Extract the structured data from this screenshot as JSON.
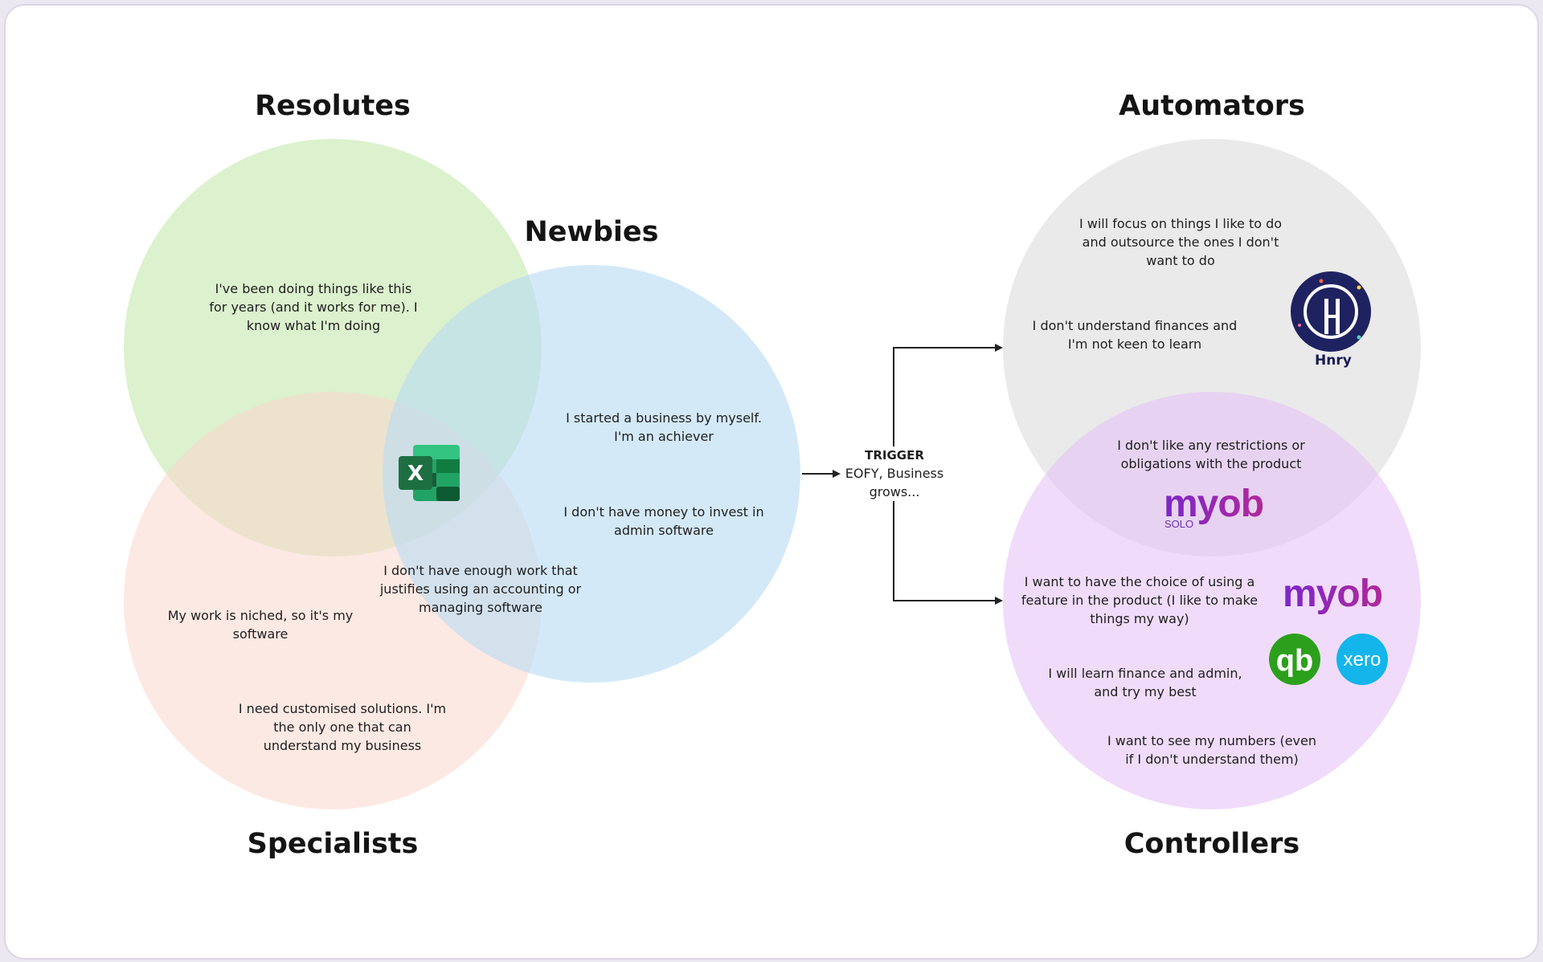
{
  "groups": {
    "resolutes": "Resolutes",
    "newbies": "Newbies",
    "specialists": "Specialists",
    "automators": "Automators",
    "controllers": "Controllers"
  },
  "notes": {
    "resolutes": [
      "I've been doing things like this",
      "for years (and it works for me). I",
      "know what I'm doing"
    ],
    "newbies_1": [
      "I started a business by myself.",
      "I'm an achiever"
    ],
    "newbies_2": [
      "I don't have money to invest in",
      "admin software"
    ],
    "overlap": [
      "I don't have enough work that",
      "justifies using an accounting or",
      "managing software"
    ],
    "specialists_1": [
      "My work is niched, so it's my",
      "software"
    ],
    "specialists_2": [
      "I need customised solutions. I'm",
      "the only one that can",
      "understand my business"
    ],
    "automators_1": [
      "I will focus on things I like to do",
      "and outsource the ones I don't",
      "want to do"
    ],
    "automators_2": [
      "I don't understand finances and",
      "I'm not keen to learn"
    ],
    "shared": [
      "I don't like any restrictions or",
      "obligations with the product"
    ],
    "controllers_1": [
      "I want to have the choice of using a",
      "feature in the product (I like to make",
      "things my way)"
    ],
    "controllers_2": [
      "I will learn finance and admin,",
      "and try my best"
    ],
    "controllers_3": [
      "I want to see my numbers (even",
      "if I don't understand them)"
    ]
  },
  "trigger": {
    "label": "TRIGGER",
    "text": [
      "EOFY, Business",
      "grows..."
    ]
  },
  "logos": {
    "excel_letter": "X",
    "hnry_label": "Hnry",
    "hnry_letter": "H",
    "myob_solo_word": "myob",
    "myob_solo_sub": "SOLO",
    "myob_word": "myob",
    "quickbooks_letters": "qb",
    "xero_word": "xero"
  },
  "colors": {
    "resolutes": "#c7e8b0",
    "newbies": "#b9dbf4",
    "specialists": "#fbd7cc",
    "automators": "#dedede",
    "controllers": "#e6c5f5",
    "excel_green": "#1d6f42",
    "hnry_navy": "#1f2260",
    "myob_purple": "#7b27c9",
    "quickbooks_green": "#2ca01c",
    "xero_blue": "#13b5ea"
  },
  "icons": [
    "excel-icon",
    "hnry-icon",
    "myob-solo-logo",
    "myob-logo",
    "quickbooks-icon",
    "xero-icon",
    "arrow-icon"
  ]
}
